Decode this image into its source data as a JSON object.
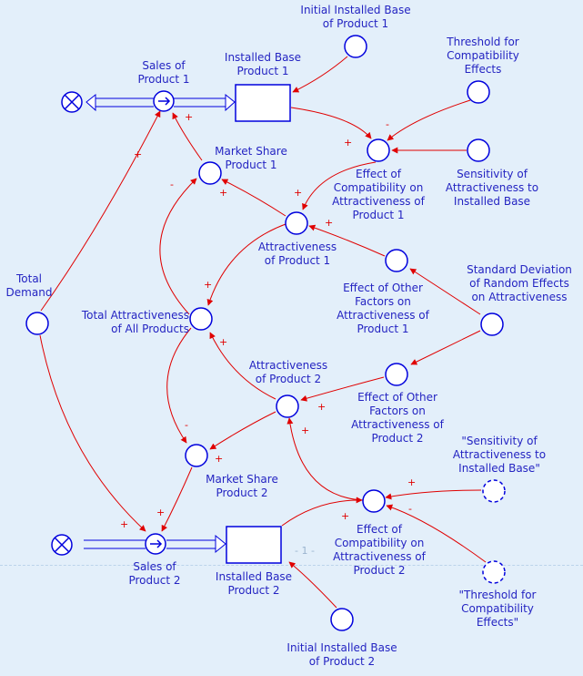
{
  "labels": {
    "initial_ib1": "Initial Installed Base\nof Product 1",
    "threshold": "Threshold for\nCompatibility\nEffects",
    "installed_base1": "Installed Base\nProduct 1",
    "sales1": "Sales of\nProduct 1",
    "market_share1": "Market Share\nProduct 1",
    "eff_compat1": "Effect of\nCompatibility on\nAttractiveness of\nProduct 1",
    "sensitivity": "Sensitivity of\nAttractiveness to\nInstalled Base",
    "attract1": "Attractiveness\nof Product 1",
    "total_demand": "Total\nDemand",
    "std_dev": "Standard Deviation\nof Random Effects\non Attractiveness",
    "eff_other1": "Effect of Other\nFactors on\nAttractiveness of\nProduct 1",
    "total_attract": "Total Attractiveness\nof All Products",
    "attract2": "Attractiveness\nof Product 2",
    "eff_other2": "Effect of Other\nFactors on\nAttractiveness of\nProduct 2",
    "sens_shadow": "\"Sensitivity of\nAttractiveness to\nInstalled Base\"",
    "market_share2": "Market Share\nProduct 2",
    "eff_compat2": "Effect of\nCompatibility on\nAttractiveness of\nProduct 2",
    "sales2": "Sales of\nProduct 2",
    "installed_base2": "Installed Base\nProduct 2",
    "thresh_shadow": "\"Threshold for\nCompatibility\nEffects\"",
    "initial_ib2": "Initial Installed Base\nof Product 2"
  },
  "page_marker": "- 1 -",
  "signs": [
    "-",
    "+",
    "+",
    "+",
    "-",
    "+",
    "+",
    "+",
    "+",
    "+",
    "+",
    "+",
    "-",
    "+",
    "+",
    "+",
    "+",
    "-",
    "+"
  ],
  "colors": {
    "background": "#e3effa",
    "node": "#0000dd",
    "link": "#e00000",
    "label": "#2424c2"
  }
}
